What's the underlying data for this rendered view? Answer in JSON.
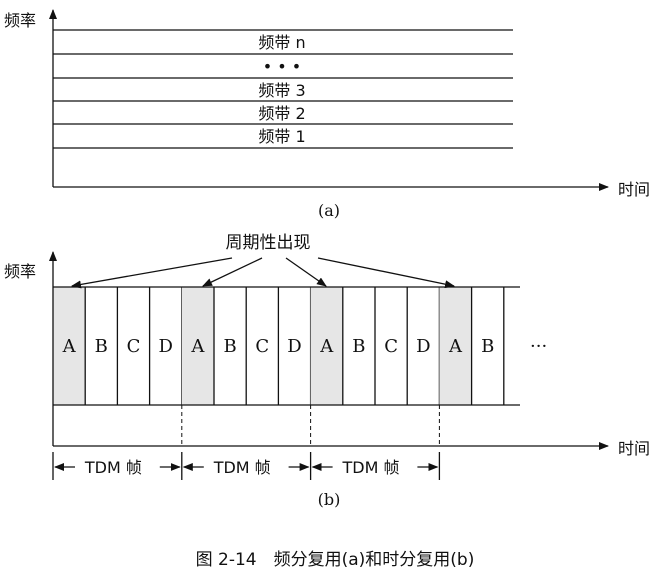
{
  "part_a": {
    "y_label": "频率",
    "x_label": "时间",
    "bands": [
      "频带 n",
      "• • •",
      "频带 3",
      "频带 2",
      "频带 1"
    ],
    "caption": "(a)"
  },
  "part_b": {
    "annotation": "周期性出现",
    "y_label": "频率",
    "x_label": "时间",
    "slots": [
      "A",
      "B",
      "C",
      "D",
      "A",
      "B",
      "C",
      "D",
      "A",
      "B",
      "C",
      "D",
      "A",
      "B"
    ],
    "highlighted_slot": "A",
    "ellipsis": "···",
    "frame_label": "TDM 帧",
    "frame_count": 3,
    "caption": "(b)",
    "colors": {
      "highlight": "#e6e6e6",
      "line": "#111111"
    }
  },
  "figure_caption": "图 2-14　频分复用(a)和时分复用(b)"
}
